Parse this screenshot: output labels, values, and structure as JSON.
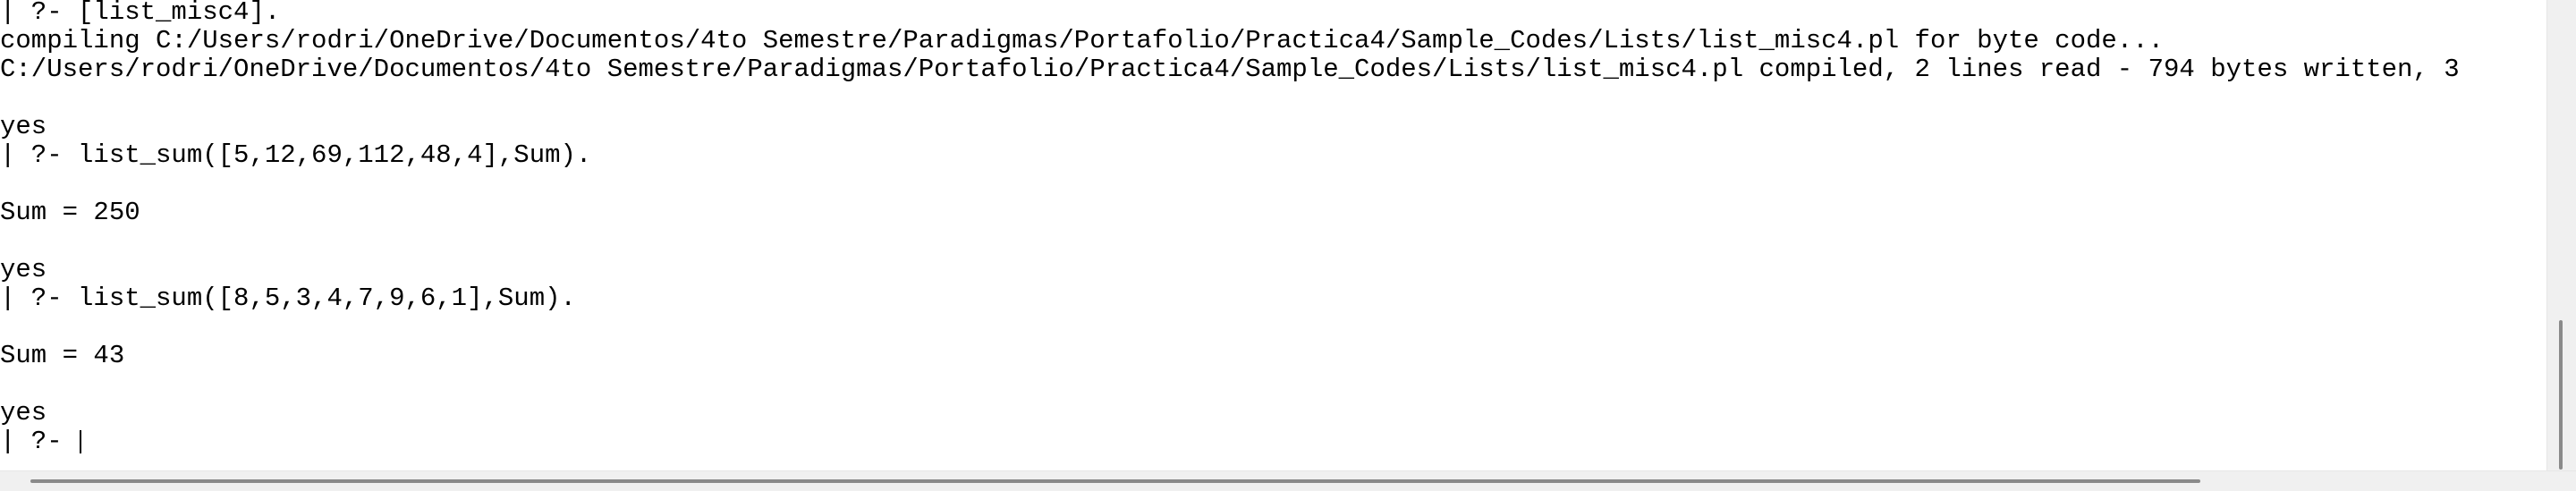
{
  "console": {
    "lines": [
      "| ?- [list_misc4].",
      "compiling C:/Users/rodri/OneDrive/Documentos/4to Semestre/Paradigmas/Portafolio/Practica4/Sample_Codes/Lists/list_misc4.pl for byte code...",
      "C:/Users/rodri/OneDrive/Documentos/4to Semestre/Paradigmas/Portafolio/Practica4/Sample_Codes/Lists/list_misc4.pl compiled, 2 lines read - 794 bytes written, 3",
      "",
      "yes",
      "| ?- list_sum([5,12,69,112,48,4],Sum).",
      "",
      "Sum = 250",
      "",
      "yes",
      "| ?- list_sum([8,5,3,4,7,9,6,1],Sum).",
      "",
      "Sum = 43",
      "",
      "yes"
    ],
    "prompt": "| ?- "
  }
}
